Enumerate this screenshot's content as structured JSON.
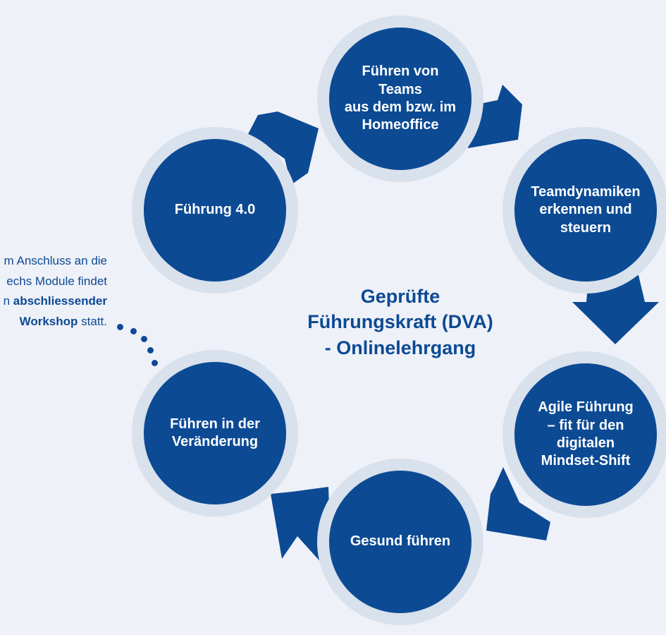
{
  "diagram": {
    "center_title": "Geprüfte\nFührungskraft (DVA)\n- Onlinelehrgang",
    "nodes": [
      {
        "id": "homeoffice",
        "label": "Führen von Teams\naus dem bzw. im\nHomeoffice"
      },
      {
        "id": "teamdynamiken",
        "label": "Teamdynamiken\nerkennen und\nsteuern"
      },
      {
        "id": "agile",
        "label": "Agile Führung\n– fit für den\ndigitalen\nMindset-Shift"
      },
      {
        "id": "gesund",
        "label": "Gesund führen"
      },
      {
        "id": "veraenderung",
        "label": "Führen in der\nVeränderung"
      },
      {
        "id": "fuehrung40",
        "label": "Führung 4.0"
      }
    ],
    "side_note": {
      "line1": "m Anschluss an die",
      "line2": "echs Module findet",
      "line3_prefix": "n ",
      "line3_bold": "abschliessender",
      "line4_bold": "Workshop",
      "line4_suffix": " statt."
    },
    "colors": {
      "primary": "#0c4a94",
      "ring": "#d8e1ec",
      "background": "#eff1f8"
    }
  }
}
